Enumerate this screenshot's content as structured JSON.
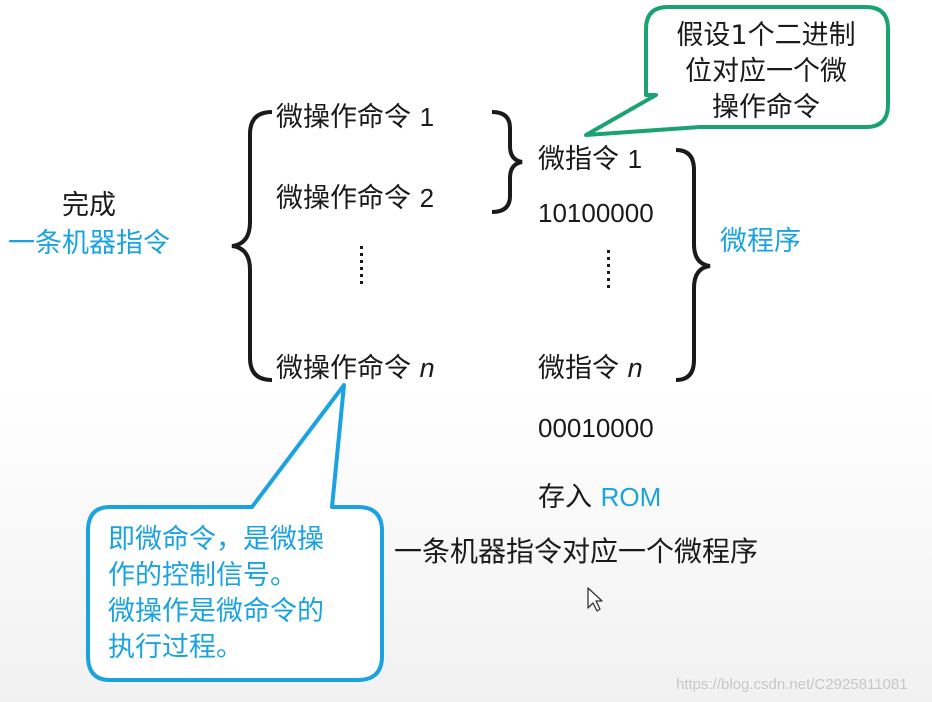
{
  "left_label": {
    "line1": "完成",
    "line2": "一条机器指令"
  },
  "micro_ops": {
    "op1": "微操作命令",
    "op1_num": "1",
    "op2": "微操作命令",
    "op2_num": "2",
    "opn": "微操作命令",
    "opn_var": "n"
  },
  "micro_instr": {
    "instr1": "微指令",
    "instr1_num": "1",
    "code1": "10100000",
    "instrn": "微指令",
    "instrn_var": "n",
    "coden": "00010000"
  },
  "store": {
    "prefix": "存入",
    "rom": "ROM"
  },
  "micro_program_label": "微程序",
  "conclusion": "一条机器指令对应一个微程序",
  "callout_green": {
    "lines": [
      "假设1个二进制",
      "位对应一个微",
      "操作命令"
    ]
  },
  "callout_blue": {
    "lines": [
      "即微命令，是微操",
      "作的控制信号。",
      "微操作是微命令的",
      "执行过程。"
    ]
  },
  "watermark": "https://blog.csdn.net/C2925811081",
  "colors": {
    "blue": "#1aa3e0",
    "green": "#1aa370",
    "text": "#1a1a1a"
  }
}
